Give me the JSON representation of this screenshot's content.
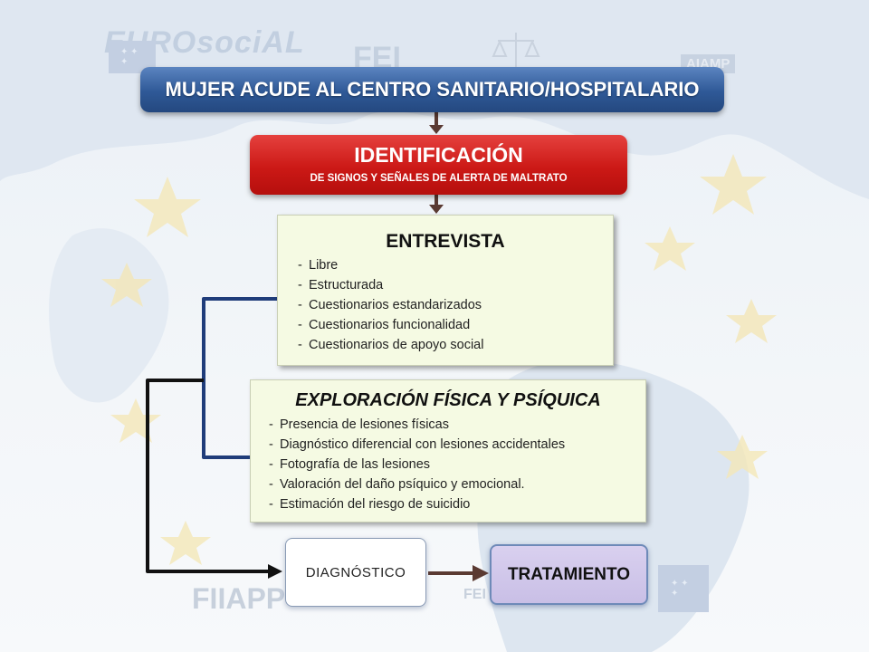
{
  "background_logos": {
    "eurosocial": "EUROsociAL",
    "fei": "FEI",
    "aiamp": "AIAMP",
    "fiiapp": "FIIAPP",
    "fei2": "FEI"
  },
  "flow": {
    "mujer": "MUJER ACUDE AL CENTRO SANITARIO/HOSPITALARIO",
    "identificacion": {
      "title": "IDENTIFICACIÓN",
      "subtitle": "DE SIGNOS Y SEÑALES  DE ALERTA DE MALTRATO"
    },
    "entrevista": {
      "title": "ENTREVISTA",
      "items": [
        "Libre",
        "Estructurada",
        "Cuestionarios estandarizados",
        "Cuestionarios funcionalidad",
        "Cuestionarios de apoyo social"
      ]
    },
    "exploracion": {
      "title": "EXPLORACIÓN FÍSICA Y PSÍQUICA",
      "items": [
        "Presencia de lesiones físicas",
        "Diagnóstico diferencial con lesiones accidentales",
        "Fotografía de las lesiones",
        "Valoración del daño psíquico y emocional.",
        "Estimación del riesgo de suicidio"
      ]
    },
    "diagnostico": "DIAGNÓSTICO",
    "tratamiento": "TRATAMIENTO"
  },
  "colors": {
    "blue_box": "#2f5997",
    "red_box": "#cc1916",
    "content_box": "#f5fae3",
    "tratamiento_box": "#d2c8ec",
    "connector_blue": "#1f3c7a",
    "connector_black": "#111111",
    "arrow_dark": "#5a3a32"
  }
}
